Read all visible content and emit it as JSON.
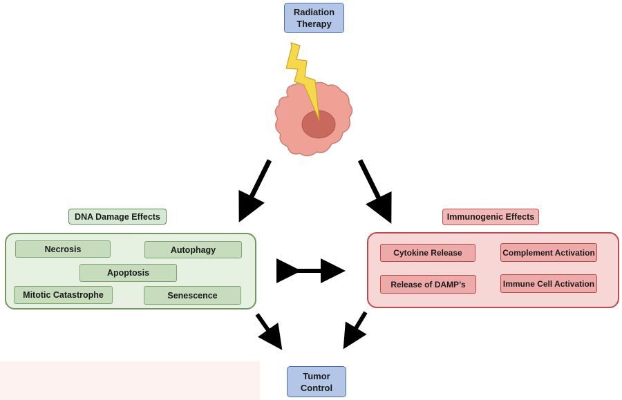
{
  "top_node": {
    "label": "Radiation\nTherapy"
  },
  "bottom_node": {
    "label": "Tumor\nControl"
  },
  "dna_section": {
    "title": "DNA Damage Effects",
    "items": [
      "Necrosis",
      "Autophagy",
      "Apoptosis",
      "Mitotic Catastrophe",
      "Senescence"
    ]
  },
  "immuno_section": {
    "title": "Immunogenic Effects",
    "items": [
      "Cytokine Release",
      "Complement Activation",
      "Release of DAMP’s",
      "Immune Cell Activation"
    ]
  },
  "colors": {
    "cell_body": "#f0a196",
    "cell_nucleus": "#c9685d",
    "lightning": "#f6d94a",
    "arrows": "#000000"
  },
  "icons": [
    "lightning-bolt-icon",
    "tumor-cell-icon"
  ]
}
